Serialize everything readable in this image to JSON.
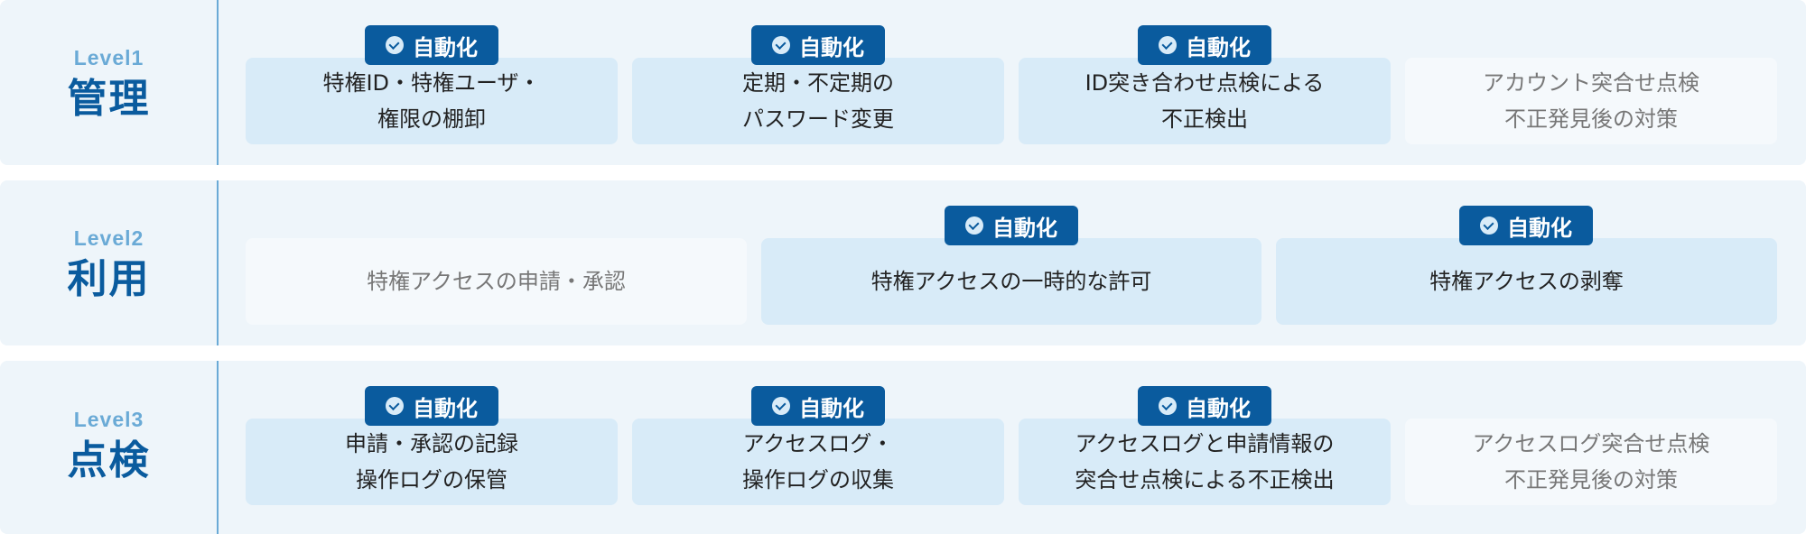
{
  "colors": {
    "accent": "#0a5b9e",
    "level_label": "#6aaad6",
    "active_card": "#d8ebf8",
    "inactive_card": "#f5f9fc",
    "row_bg": "#eef5fa"
  },
  "badge_label": "自動化",
  "badge_icon": "check-circle-icon",
  "rows": [
    {
      "level": "Level1",
      "name": "管理",
      "cards": [
        {
          "text": "特権ID・特権ユーザ・\n権限の棚卸",
          "automated": true
        },
        {
          "text": "定期・不定期の\nパスワード変更",
          "automated": true
        },
        {
          "text": "ID突き合わせ点検による\n不正検出",
          "automated": true
        },
        {
          "text": "アカウント突合せ点検\n不正発見後の対策",
          "automated": false
        }
      ]
    },
    {
      "level": "Level2",
      "name": "利用",
      "cards": [
        {
          "text": "特権アクセスの申請・承認",
          "automated": false
        },
        {
          "text": "特権アクセスの一時的な許可",
          "automated": true
        },
        {
          "text": "特権アクセスの剥奪",
          "automated": true
        }
      ]
    },
    {
      "level": "Level3",
      "name": "点検",
      "cards": [
        {
          "text": "申請・承認の記録\n操作ログの保管",
          "automated": true
        },
        {
          "text": "アクセスログ・\n操作ログの収集",
          "automated": true
        },
        {
          "text": "アクセスログと申請情報の\n突合せ点検による不正検出",
          "automated": true
        },
        {
          "text": "アクセスログ突合せ点検\n不正発見後の対策",
          "automated": false
        }
      ]
    }
  ]
}
